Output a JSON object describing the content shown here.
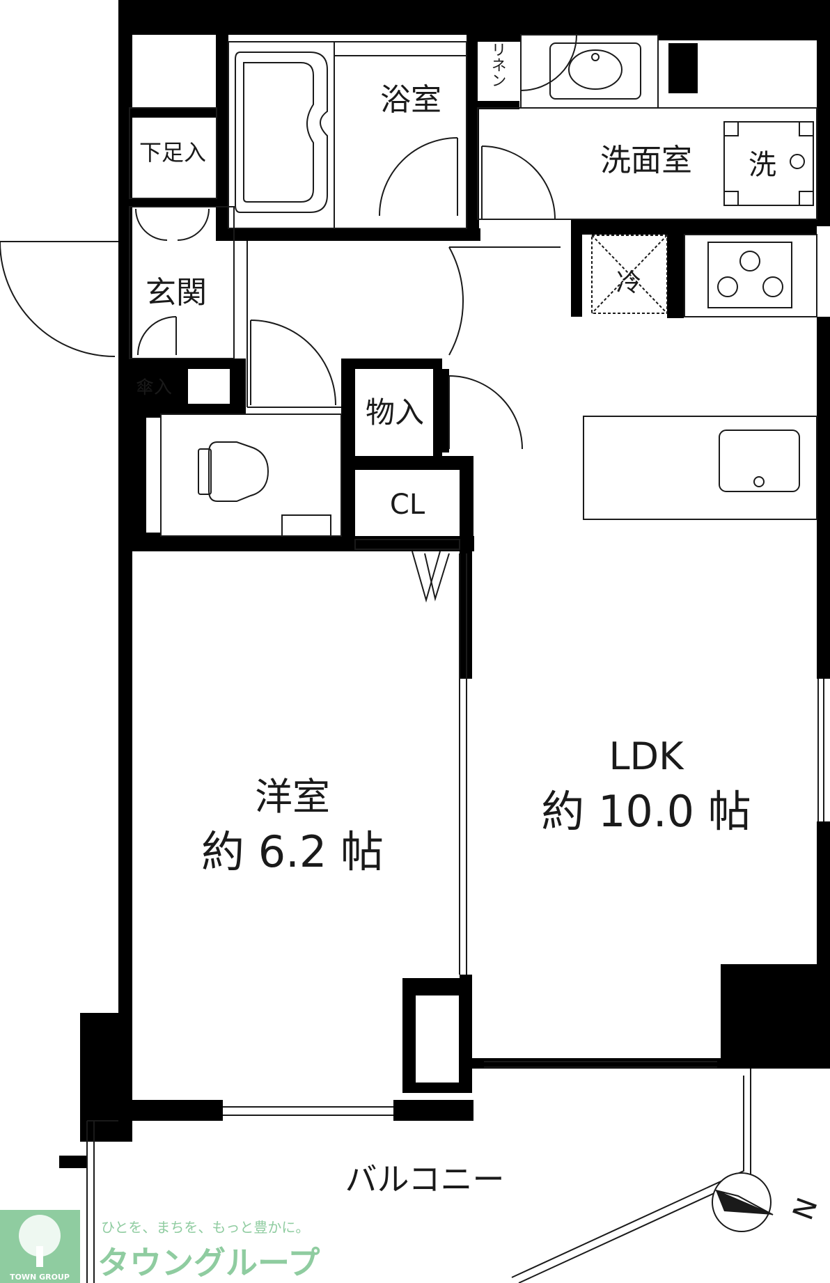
{
  "rooms": {
    "bath": "浴室",
    "linen": "リネン",
    "washroom": "洗面室",
    "washer": "洗",
    "shoe": "下足入",
    "entrance": "玄関",
    "umbrella": "傘入",
    "fridge": "冷",
    "storage": "物入",
    "closet": "CL",
    "western_name": "洋室",
    "western_size": "約 6.2 帖",
    "ldk_name": "LDK",
    "ldk_size": "約 10.0 帖",
    "balcony": "バルコニー"
  },
  "compass": {
    "north": "N"
  },
  "logo": {
    "tagline": "ひとを、まちを、もっと豊かに。",
    "name": "タウングループ",
    "small": "TOWN GROUP"
  },
  "colors": {
    "wall": "#000000",
    "line": "#1a1a1a",
    "logo": "#8fcca0"
  }
}
